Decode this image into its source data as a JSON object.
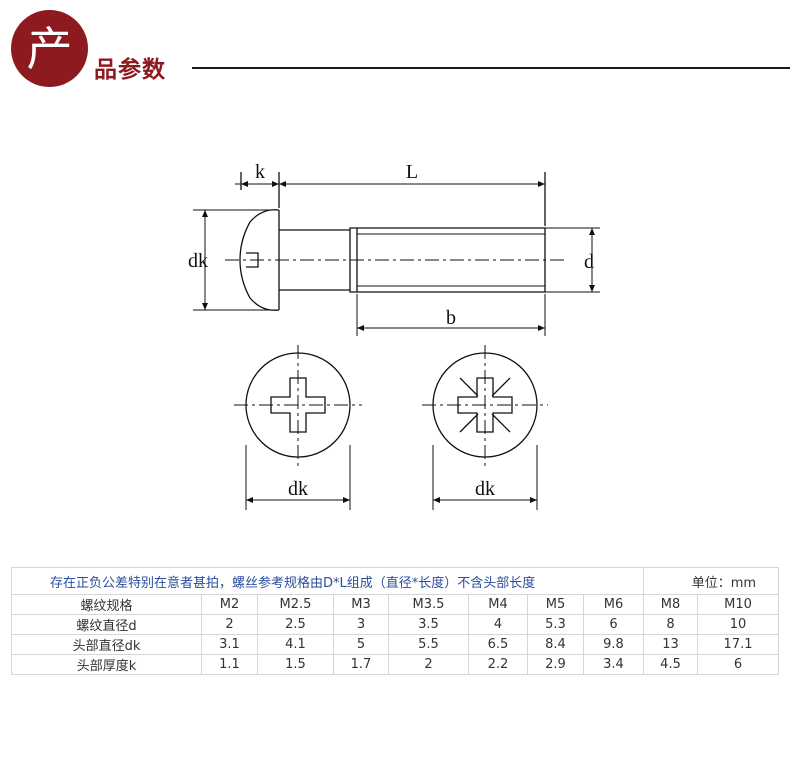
{
  "header": {
    "badge_char": "产",
    "title": "品参数"
  },
  "drawing": {
    "label_k": "k",
    "label_L": "L",
    "label_dk": "dk",
    "label_d": "d",
    "label_b": "b",
    "label_dk_head1": "dk",
    "label_dk_head2": "dk"
  },
  "table": {
    "note": "存在正负公差特别在意者甚拍，螺丝参考规格由D*L组成（直径*长度）不含头部长度",
    "unit": "单位：mm",
    "rows": [
      {
        "label": "螺纹规格",
        "cells": [
          "M2",
          "M2.5",
          "M3",
          "M3.5",
          "M4",
          "M5",
          "M6",
          "M8",
          "M10"
        ]
      },
      {
        "label": "螺纹直径d",
        "cells": [
          "2",
          "2.5",
          "3",
          "3.5",
          "4",
          "5.3",
          "6",
          "8",
          "10"
        ]
      },
      {
        "label": "头部直径dk",
        "cells": [
          "3.1",
          "4.1",
          "5",
          "5.5",
          "6.5",
          "8.4",
          "9.8",
          "13",
          "17.1"
        ]
      },
      {
        "label": "头部厚度k",
        "cells": [
          "1.1",
          "1.5",
          "1.7",
          "2",
          "2.2",
          "2.9",
          "3.4",
          "4.5",
          "6"
        ]
      }
    ]
  }
}
